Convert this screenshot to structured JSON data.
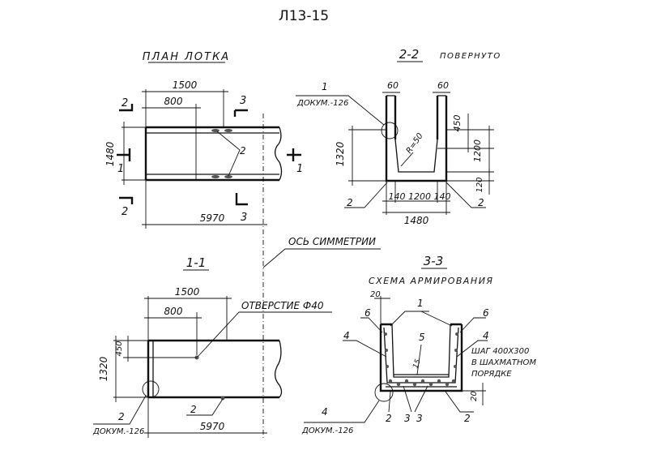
{
  "sheet_code": "Л13-15",
  "views": {
    "plan": {
      "title": "ПЛАН ЛОТКА",
      "dims": {
        "d1500": "1500",
        "d800": "800",
        "d1480": "1480",
        "d5970": "5970"
      },
      "cut_labels": {
        "c2": "2",
        "c3": "3",
        "c1": "1"
      },
      "callout": "2"
    },
    "section_2_2": {
      "title": "2-2",
      "subtitle": "ПОВЕРНУТО",
      "dims": {
        "d60a": "60",
        "d60b": "60",
        "d450": "450",
        "d1320": "1320",
        "d1200": "1200",
        "d120": "120",
        "r50": "R=50",
        "d140a": "140",
        "d1200b": "1200",
        "d140b": "140",
        "d1480": "1480"
      },
      "callouts": {
        "node_num": "1",
        "node_ref": "ДОКУМ.-126",
        "left": "2",
        "right": "2"
      }
    },
    "section_1_1": {
      "title": "1-1",
      "dims": {
        "d1500": "1500",
        "d800": "800",
        "d450": "450",
        "d1320": "1320",
        "d5970": "5970"
      },
      "hole_label": "ОТВЕРСТИЕ Ф40",
      "callouts": {
        "left_num": "2",
        "left_ref": "ДОКУМ.-126",
        "bottom": "2"
      }
    },
    "axis_label": "ОСЬ СИММЕТРИИ",
    "section_3_3": {
      "title": "3-3",
      "subtitle": "СХЕМА АРМИРОВАНИЯ",
      "dims": {
        "d20a": "20",
        "d15": "15",
        "d20b": "20"
      },
      "marks": {
        "m1": "1",
        "m6a": "6",
        "m6b": "6",
        "m4a": "4",
        "m5": "5",
        "m4b": "4",
        "m2a": "2",
        "m3a": "3",
        "m3b": "3",
        "m2b": "2"
      },
      "step_note": [
        "ШАГ 400Х300",
        "В ШАХМАТНОМ",
        "ПОРЯДКЕ"
      ],
      "bottom_ref": {
        "num": "4",
        "ref": "ДОКУМ.-126"
      }
    }
  }
}
